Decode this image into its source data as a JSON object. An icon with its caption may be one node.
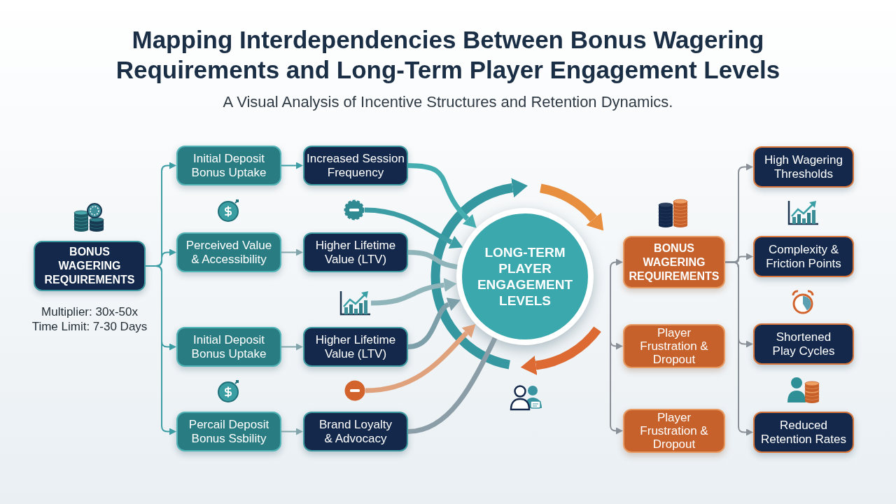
{
  "diagram": {
    "title": "Mapping Interdependencies Between Bonus Wagering Requirements and Long-Term Player Engagement Levels",
    "nodes": [
      {
        "text": [
          "BONUS WAGERING REQUIREMENTS"
        ],
        "beside": [
          "Multiplier: 30x-50x",
          "Time Limit: 7-30 Days"
        ]
      },
      {
        "text": [
          "Initial Deposit Bonus Uptake"
        ]
      },
      {
        "text": [
          "Increased Session Frequency"
        ]
      },
      {
        "text": [
          "Perceived Value & Accessibility"
        ]
      },
      {
        "text": [
          "Higher Lifetime Value (LTV)"
        ]
      },
      {
        "text": [
          "Initial Deposit Bonus Uptake"
        ]
      },
      {
        "text": [
          "Higher Lifetime Value (LTV)"
        ]
      },
      {
        "text": [
          "Percail Deposit Bonus Ssbility"
        ]
      },
      {
        "text": [
          "Brand Loyalty & Advocacy"
        ]
      },
      {
        "text": [
          "LONG-TERM PLAYER ENGAGEMENT LEVELS"
        ]
      },
      {
        "text": [
          "BONUS WAGERING REQUIREMENTS"
        ]
      },
      {
        "text": [
          "Player Frustration & Dropout"
        ]
      },
      {
        "text": [
          "Player Frustration & Dropout"
        ]
      },
      {
        "text": [
          "High Wagering Thresholds"
        ]
      },
      {
        "text": [
          "Complexity & Friction Points"
        ]
      },
      {
        "text": [
          "Shortened Play Cycles"
        ]
      },
      {
        "text": [
          "Reduced Retention Rates"
        ]
      },
      {
        "text": [],
        "shape": "circle"
      },
      {
        "text": [],
        "shape": "picture"
      },
      {
        "text": [],
        "shape": "circle"
      }
    ],
    "edges": [
      {
        "from": 0,
        "to": 1,
        "arrow": "to"
      },
      {
        "from": 0,
        "to": 3,
        "arrow": "to"
      },
      {
        "from": 0,
        "to": 5,
        "arrow": "to"
      },
      {
        "from": 0,
        "to": 7,
        "arrow": "to"
      },
      {
        "from": 1,
        "to": 2,
        "arrow": "to"
      },
      {
        "from": 3,
        "to": 4,
        "arrow": "to",
        "color": "#82a5ab"
      },
      {
        "from": 5,
        "to": 6,
        "arrow": "to",
        "color": "#82a5ab"
      },
      {
        "from": 7,
        "to": 8,
        "arrow": "to",
        "color": "#82a5ab"
      },
      {
        "from": 2,
        "to": 9,
        "arrow": "to",
        "style": "thick",
        "color": "#45adb0"
      },
      {
        "from": 17,
        "to": 9,
        "arrow": "to",
        "style": "thick"
      },
      {
        "from": 4,
        "to": 9,
        "arrow": "none",
        "style": "thick",
        "color": "#8fb4b9"
      },
      {
        "from": 18,
        "to": 9,
        "arrow": "to",
        "style": "thick",
        "color": "#8fb4b9"
      },
      {
        "from": 6,
        "to": 9,
        "arrow": "to",
        "style": "thick",
        "color": "#7c9fa9"
      },
      {
        "from": 19,
        "to": 9,
        "arrow": "to",
        "style": "thick",
        "color": "#e0a27c"
      },
      {
        "from": 8,
        "to": 9,
        "arrow": "none",
        "style": "thick",
        "color": "#8b9da6"
      },
      {
        "from": null,
        "to": 10,
        "arrow": "to",
        "color": "#8a9097"
      },
      {
        "from": null,
        "to": 11,
        "arrow": "to",
        "color": "#8a9097"
      },
      {
        "from": null,
        "to": 12,
        "arrow": "to",
        "color": "#8a9097"
      },
      {
        "from": 10,
        "to": 13,
        "arrow": "to",
        "color": "#8a9097"
      },
      {
        "from": 10,
        "to": 14,
        "arrow": "to",
        "color": "#8a9097"
      },
      {
        "from": 10,
        "to": 15,
        "arrow": "to",
        "color": "#8a9097"
      },
      {
        "from": 10,
        "to": 16,
        "arrow": "to",
        "color": "#8a9097"
      }
    ],
    "labels": [
      "A Visual Analysis of Incentive Structures and Retention Dynamics."
    ]
  }
}
